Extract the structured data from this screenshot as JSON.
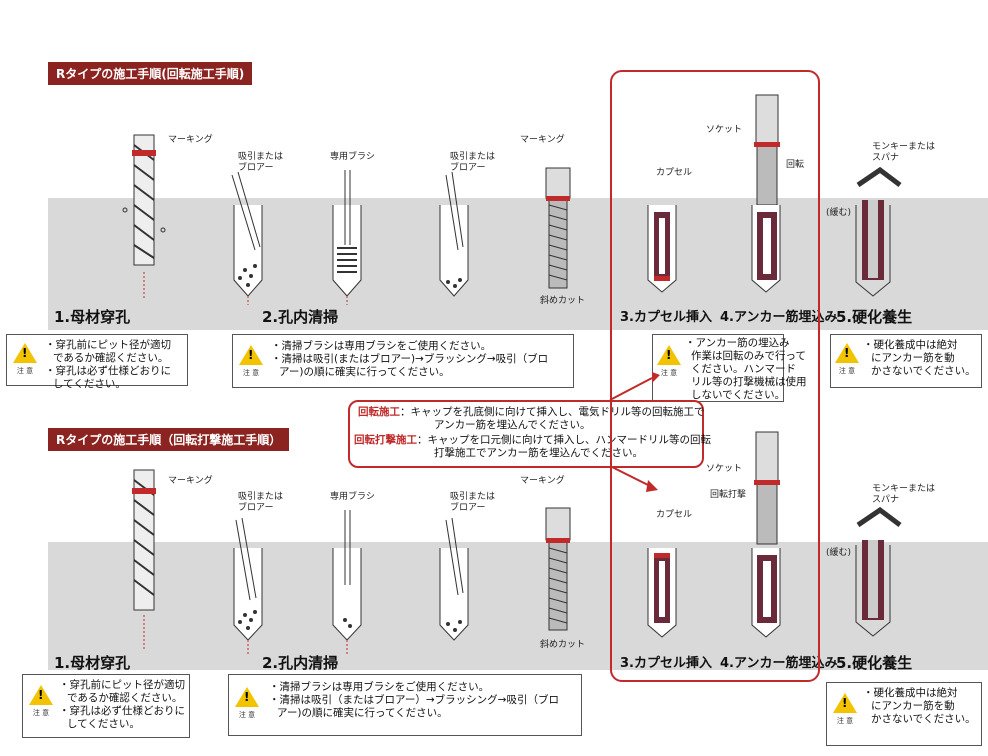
{
  "sections": [
    {
      "header": "Rタイプの施工手順(回転施工手順)",
      "steps": [
        "1.母材穿孔",
        "2.孔内清掃",
        "3.カプセル挿入",
        "4.アンカー筋埋込み",
        "5.硬化養生"
      ],
      "labels": {
        "marking1": "マーキング",
        "suction1": "吸引または\nブロアー",
        "brush": "専用ブラシ",
        "suction2": "吸引または\nブロアー",
        "marking2": "マーキング",
        "diagonal": "斜めカット",
        "capsule": "カプセル",
        "socket": "ソケット",
        "motion": "回転",
        "wrench": "モンキーまたは\nスパナ",
        "loosen": "(緩む)"
      },
      "notes": {
        "drill": [
          "・穿孔前にピット径が適切",
          "であるか確認ください。",
          "・穿孔は必ず仕様どおりに",
          "してください。"
        ],
        "clean": [
          "・清掃ブラシは専用ブラシをご使用ください。",
          "・清掃は吸引(またはブロアー)→ブラッシング→吸引（ブロ",
          "アー)の順に確実に行ってください。"
        ],
        "embed": [
          "・アンカー筋の埋込み",
          "作業は回転のみで行って",
          "ください。ハンマード",
          "リル等の打撃機械は使用",
          "しないでください。"
        ],
        "cure": [
          "・硬化養成中は絶対",
          "にアンカー筋を動",
          "かさないでください。"
        ]
      }
    },
    {
      "header": "Rタイプの施工手順（回転打撃施工手順）",
      "steps": [
        "1.母材穿孔",
        "2.孔内清掃",
        "3.カプセル挿入",
        "4.アンカー筋埋込み",
        "5.硬化養生"
      ],
      "labels": {
        "marking1": "マーキング",
        "suction1": "吸引または\nブロアー",
        "brush": "専用ブラシ",
        "suction2": "吸引または\nブロアー",
        "marking2": "マーキング",
        "diagonal": "斜めカット",
        "capsule": "カプセル",
        "socket": "ソケット",
        "motion": "回転打撃",
        "wrench": "モンキーまたは\nスパナ",
        "loosen": "(緩む)"
      },
      "notes": {
        "drill": [
          "・穿孔前にピット径が適切",
          "であるか確認ください。",
          "・穿孔は必ず仕様どおりに",
          "してください。"
        ],
        "clean": [
          "・清掃ブラシは専用ブラシをご使用ください。",
          "・清掃は吸引（またはブロアー）→ブラッシング→吸引（ブロ",
          "アー)の順に確実に行ってください。"
        ],
        "cure": [
          "・硬化養成中は絶対",
          "にアンカー筋を動",
          "かさないでください。"
        ]
      }
    }
  ],
  "caution_label": "注 意",
  "method_box": {
    "rotation_key": "回転施工",
    "rotation_text": "：キャップを孔底側に向けて挿入し、電気ドリル等の回転施工で",
    "rotation_text2": "アンカー筋を埋込んでください。",
    "impact_key": "回転打撃施工",
    "impact_text": "：キャップを口元側に向けて挿入し、ハンマードリル等の回転",
    "impact_text2": "打撃施工でアンカー筋を埋込んでください。"
  },
  "colors": {
    "header_bg": "#8b2320",
    "accent": "#c02a2a",
    "band": "#d9d9d9",
    "capsule": "#6b2a3a",
    "warning": "#f2c300"
  }
}
